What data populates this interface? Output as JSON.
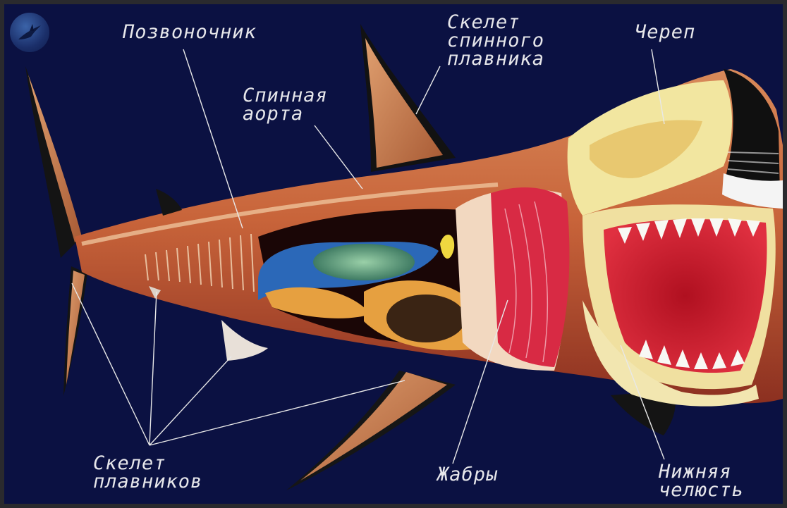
{
  "labels": {
    "spine": "Позвоночник",
    "dorsal_fin_skeleton_l1": "Скелет",
    "dorsal_fin_skeleton_l2": "спинного",
    "dorsal_fin_skeleton_l3": "плавника",
    "skull": "Череп",
    "dorsal_aorta_l1": "Спинная",
    "dorsal_aorta_l2": "аорта",
    "fin_skeleton_l1": "Скелет",
    "fin_skeleton_l2": "плавников",
    "gills": "Жабры",
    "lower_jaw_l1": "Нижняя",
    "lower_jaw_l2": "челюсть"
  },
  "colors": {
    "background": "#0b1142",
    "label_text": "#e6e6ea",
    "leader_line": "#e8e8e8"
  }
}
